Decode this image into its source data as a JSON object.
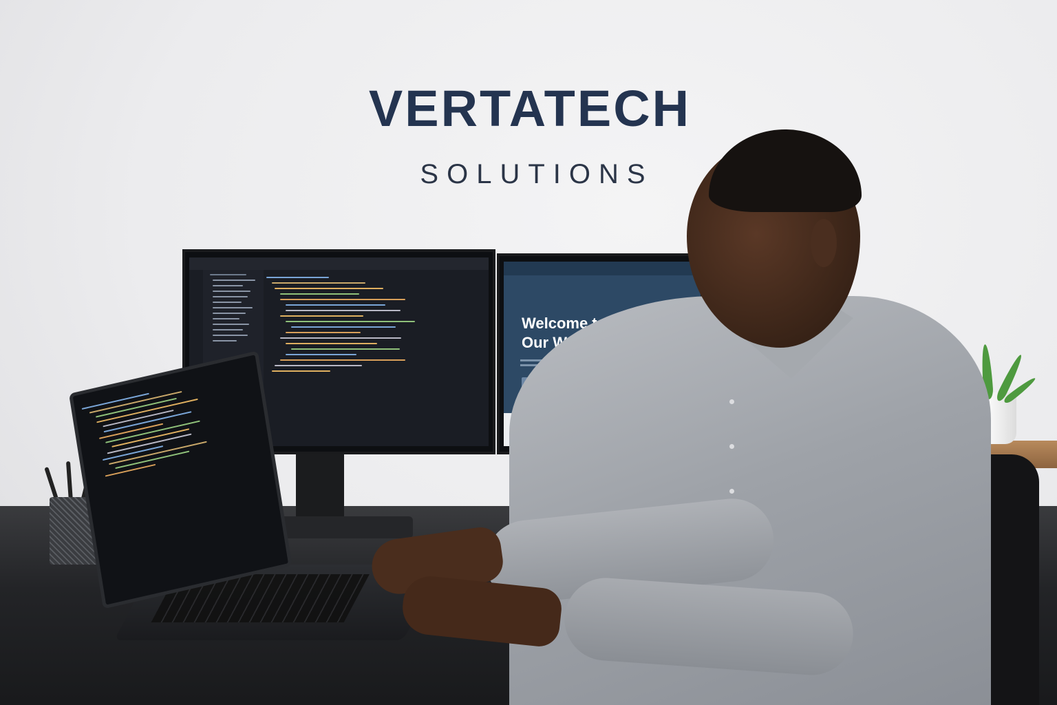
{
  "brand": {
    "name": "VERTATECH",
    "tagline": "SOLUTIONS"
  },
  "website_preview": {
    "headline_line1": "Welcome to",
    "headline_line2": "Our Website"
  },
  "colors": {
    "brand_navy": "#243450",
    "site_background": "#2d4965",
    "editor_background": "#1a1d24",
    "shirt": "#9ea2a8",
    "plant": "#4e9a3f"
  }
}
